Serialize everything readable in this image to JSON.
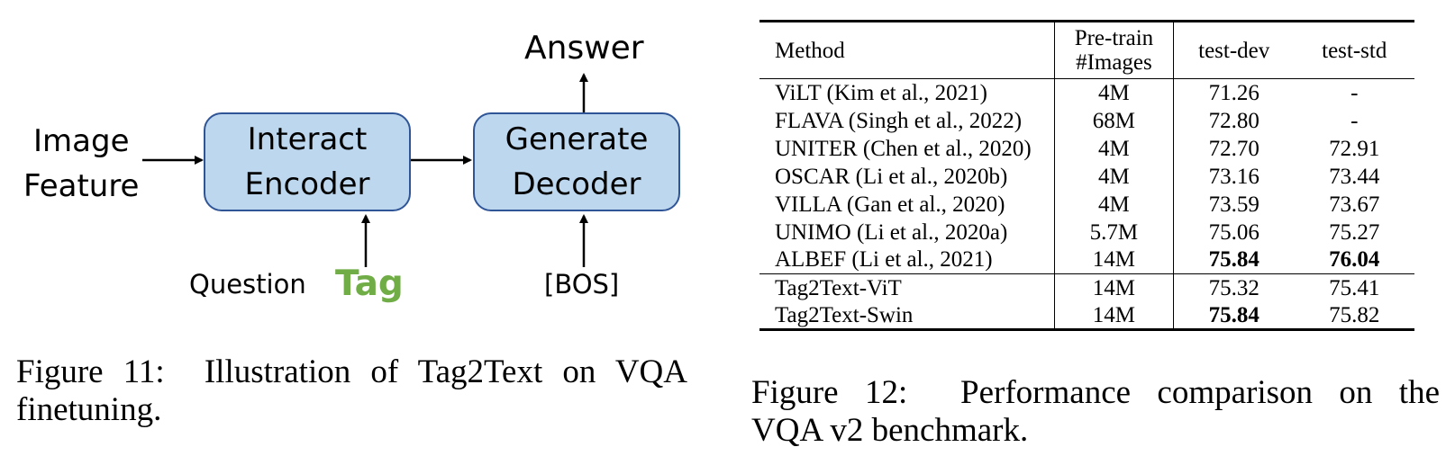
{
  "figure11": {
    "diagram": {
      "input_feature": [
        "Image",
        "Feature"
      ],
      "encoder": [
        "Interact",
        "Encoder"
      ],
      "decoder": [
        "Generate",
        "Decoder"
      ],
      "answer": "Answer",
      "question": "Question",
      "tag": "Tag",
      "bos": "[BOS]",
      "colors": {
        "box_fill": "#bdd7ee",
        "box_border": "#2f5597",
        "tag_text": "#70ad47"
      }
    },
    "caption": [
      "Figure 11:  Illustration of Tag2Text on VQA",
      "finetuning."
    ]
  },
  "figure12": {
    "table": {
      "headers": {
        "method": "Method",
        "pretrain": [
          "Pre-train",
          "#Images"
        ],
        "test_dev": "test-dev",
        "test_std": "test-std"
      },
      "rows": [
        {
          "method": "ViLT (Kim et al., 2021)",
          "pretrain": "4M",
          "test_dev": "71.26",
          "test_std": "-"
        },
        {
          "method": "FLAVA (Singh et al., 2022)",
          "pretrain": "68M",
          "test_dev": "72.80",
          "test_std": "-"
        },
        {
          "method": "UNITER (Chen et al., 2020)",
          "pretrain": "4M",
          "test_dev": "72.70",
          "test_std": "72.91"
        },
        {
          "method": "OSCAR (Li et al., 2020b)",
          "pretrain": "4M",
          "test_dev": "73.16",
          "test_std": "73.44"
        },
        {
          "method": "VILLA (Gan et al., 2020)",
          "pretrain": "4M",
          "test_dev": "73.59",
          "test_std": "73.67"
        },
        {
          "method": "UNIMO (Li et al., 2020a)",
          "pretrain": "5.7M",
          "test_dev": "75.06",
          "test_std": "75.27"
        },
        {
          "method": "ALBEF (Li et al., 2021)",
          "pretrain": "14M",
          "test_dev": "75.84",
          "test_std": "76.04"
        }
      ],
      "ours": [
        {
          "method": "Tag2Text-ViT",
          "pretrain": "14M",
          "test_dev": "75.32",
          "test_std": "75.41"
        },
        {
          "method": "Tag2Text-Swin",
          "pretrain": "14M",
          "test_dev": "75.84",
          "test_std": "75.82"
        }
      ]
    },
    "caption": [
      "Figure 12:  Performance comparison on the",
      "VQA v2 benchmark."
    ]
  }
}
